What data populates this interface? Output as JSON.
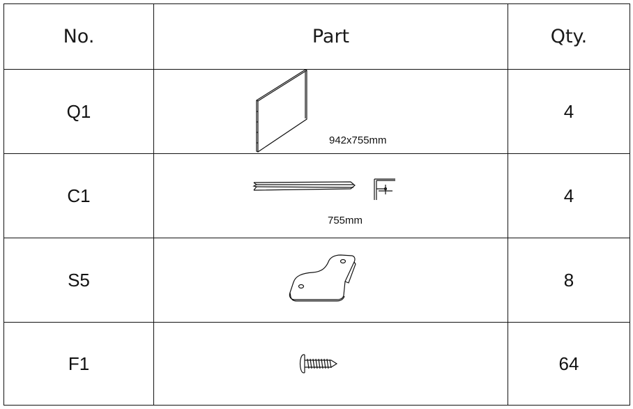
{
  "table": {
    "headers": {
      "no": "No.",
      "part": "Part",
      "qty": "Qty."
    },
    "rows": [
      {
        "no": "Q1",
        "part_icon": "panel-icon",
        "dimension": "942x755mm",
        "qty": "4"
      },
      {
        "no": "C1",
        "part_icon": "corner-post-icon",
        "dimension": "755mm",
        "qty": "4"
      },
      {
        "no": "S5",
        "part_icon": "bracket-icon",
        "dimension": "",
        "qty": "8"
      },
      {
        "no": "F1",
        "part_icon": "screw-icon",
        "dimension": "",
        "qty": "64"
      }
    ]
  },
  "colors": {
    "line": "#111111",
    "background": "#ffffff"
  }
}
